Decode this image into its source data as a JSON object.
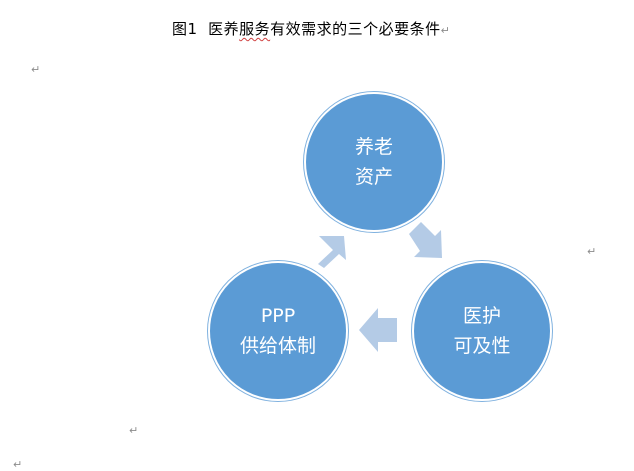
{
  "caption": {
    "label": "图1",
    "plain_start": "医养",
    "squiggled": "服务",
    "plain_end": "有效需求的三个必要条件",
    "end_mark": "↵"
  },
  "paragraph_marks": [
    "↵",
    "↵",
    "↵",
    "↵"
  ],
  "cycle": {
    "nodes": [
      {
        "line1": "养老",
        "line2": "资产"
      },
      {
        "line1": "医护",
        "line2": "可及性"
      },
      {
        "line1": "PPP",
        "line2": "供给体制"
      }
    ],
    "colors": {
      "circle_fill": "#5b9bd5",
      "arrow_fill": "#b4cbe6",
      "text": "#ffffff"
    }
  }
}
